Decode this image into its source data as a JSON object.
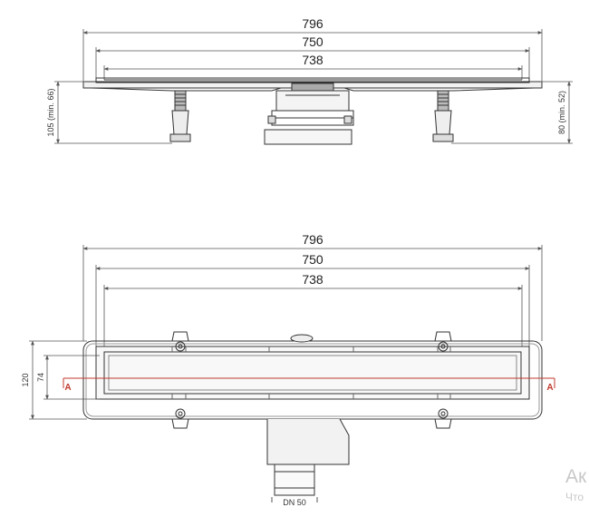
{
  "colors": {
    "line": "#333333",
    "dim_line": "#555555",
    "section": "#c0392b",
    "fill": "#e6e6e6"
  },
  "side_view": {
    "widths": [
      "796",
      "750",
      "738"
    ],
    "left_height": "105 (min. 66)",
    "right_height": "80 (min. 52)"
  },
  "top_view": {
    "widths": [
      "796",
      "750",
      "738"
    ],
    "height_outer": "120",
    "height_inner": "74",
    "section_left": "A",
    "section_right": "A",
    "outlet": "DN 50"
  },
  "watermark": {
    "line1": "Ак",
    "line2": "Что"
  }
}
